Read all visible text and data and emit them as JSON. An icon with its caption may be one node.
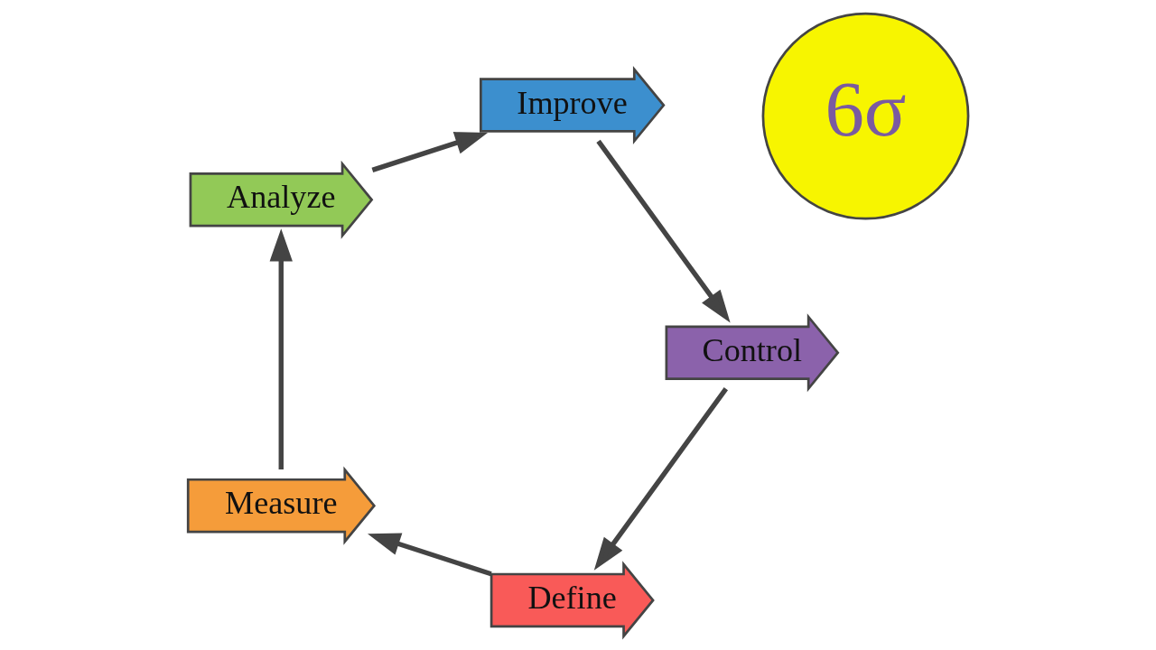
{
  "diagram": {
    "nodes": [
      {
        "text": [
          "Define"
        ]
      },
      {
        "text": [
          "Measure"
        ]
      },
      {
        "text": [
          "Analyze"
        ]
      },
      {
        "text": [
          "Improve"
        ]
      },
      {
        "text": [
          "Control"
        ]
      },
      {
        "text": [
          "6σ"
        ]
      }
    ],
    "edges": [
      {
        "from": 0,
        "to": 1,
        "arrow": "to"
      },
      {
        "from": 1,
        "to": 2,
        "arrow": "to"
      },
      {
        "from": 2,
        "to": 3,
        "arrow": "to"
      },
      {
        "from": 3,
        "to": 4,
        "arrow": "to"
      },
      {
        "from": 4,
        "to": 0,
        "arrow": "to"
      }
    ]
  }
}
